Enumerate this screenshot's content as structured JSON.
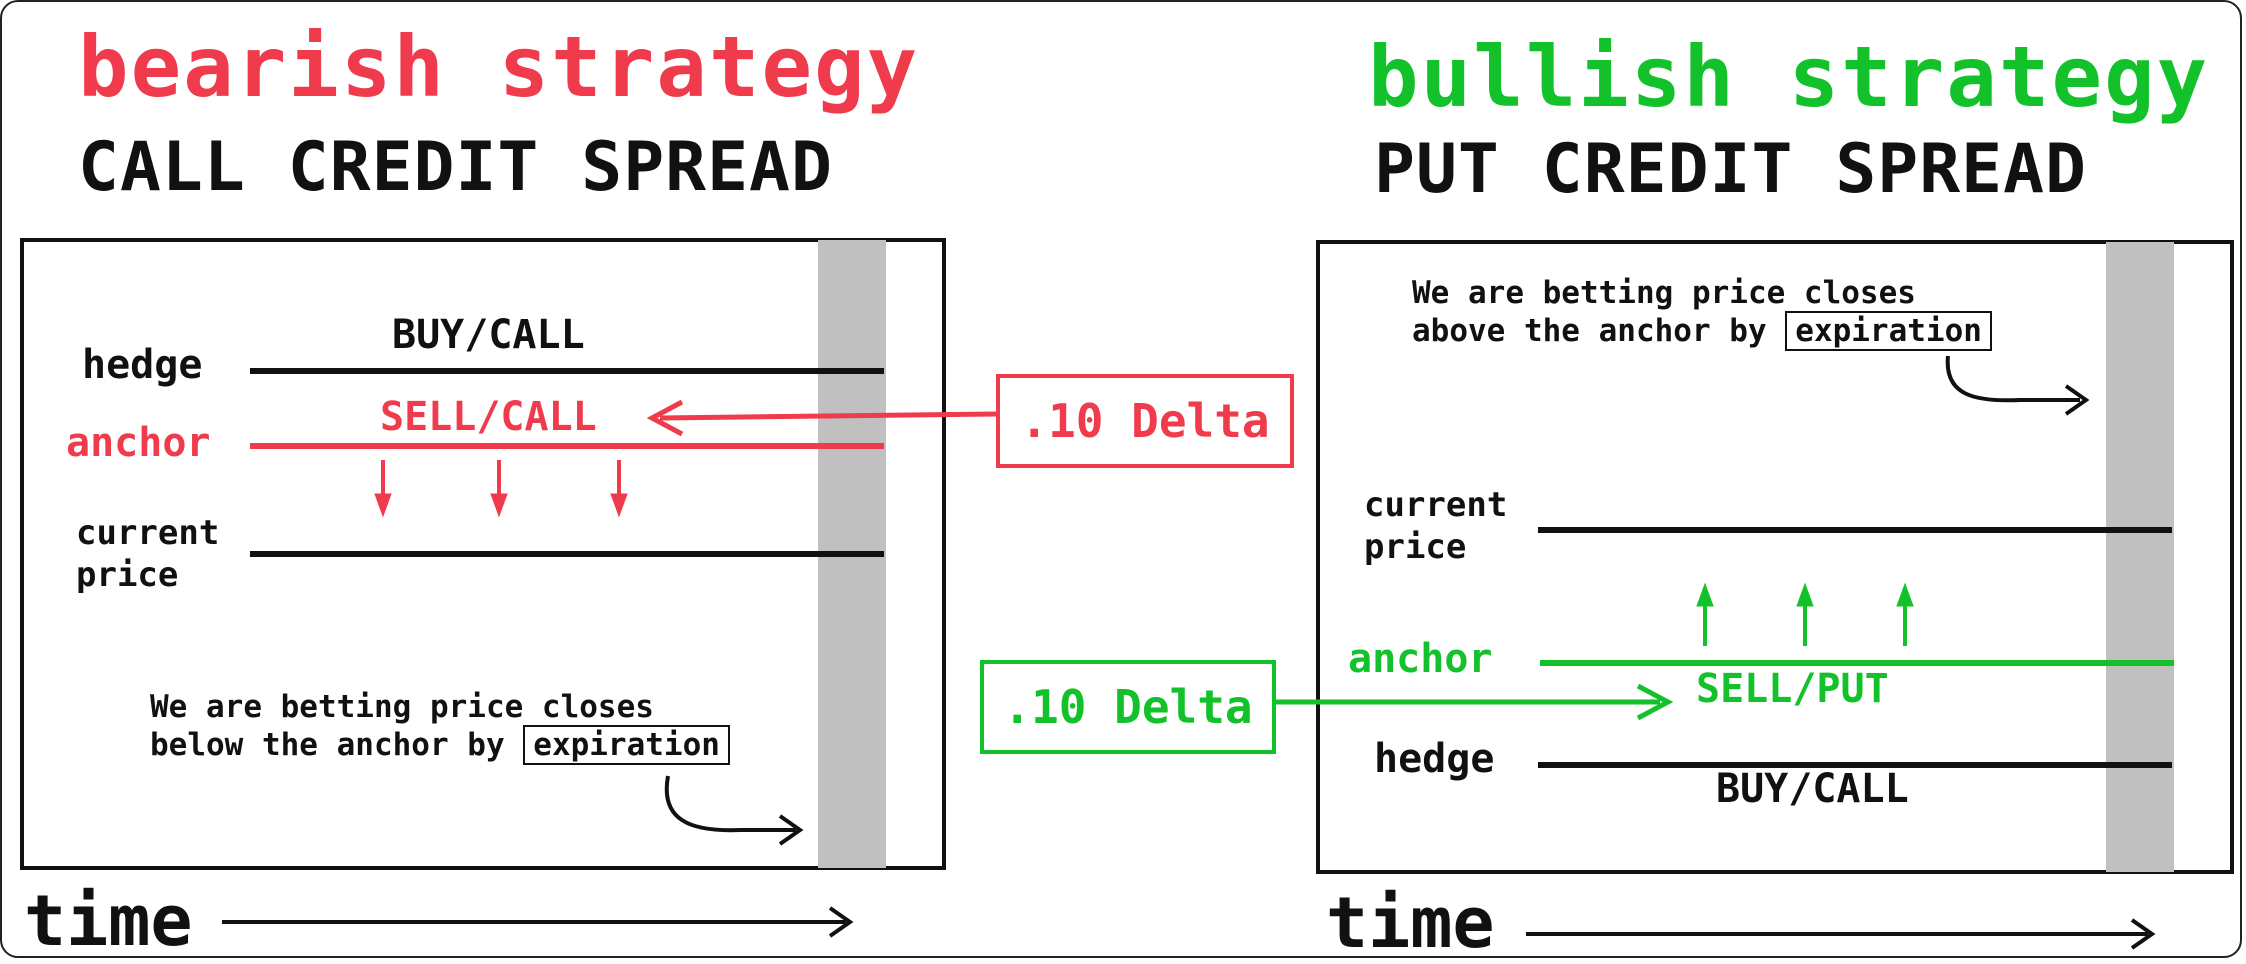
{
  "colors": {
    "bear": "#ef3b4c",
    "bull": "#13c22b",
    "ink": "#111111",
    "expiry_band": "#c0c0c0"
  },
  "bearish": {
    "heading": "bearish strategy",
    "subheading": "CALL CREDIT SPREAD",
    "leg_top_label": "BUY/CALL",
    "leg_anchor_label": "SELL/CALL",
    "hedge": "hedge",
    "anchor": "anchor",
    "current_price": "current\nprice",
    "note_line1": "We are betting price closes",
    "note_line2_prefix": "below the anchor by",
    "note_boxed": "expiration",
    "delta": ".10 Delta",
    "time": "time"
  },
  "bullish": {
    "heading": "bullish strategy",
    "subheading": "PUT CREDIT SPREAD",
    "note_line1": "We are betting price closes",
    "note_line2_prefix": "above the anchor by",
    "note_boxed": "expiration",
    "current_price": "current\nprice",
    "anchor": "anchor",
    "leg_anchor_label": "SELL/PUT",
    "hedge": "hedge",
    "leg_bottom_label": "BUY/CALL",
    "delta": ".10 Delta",
    "time": "time"
  }
}
